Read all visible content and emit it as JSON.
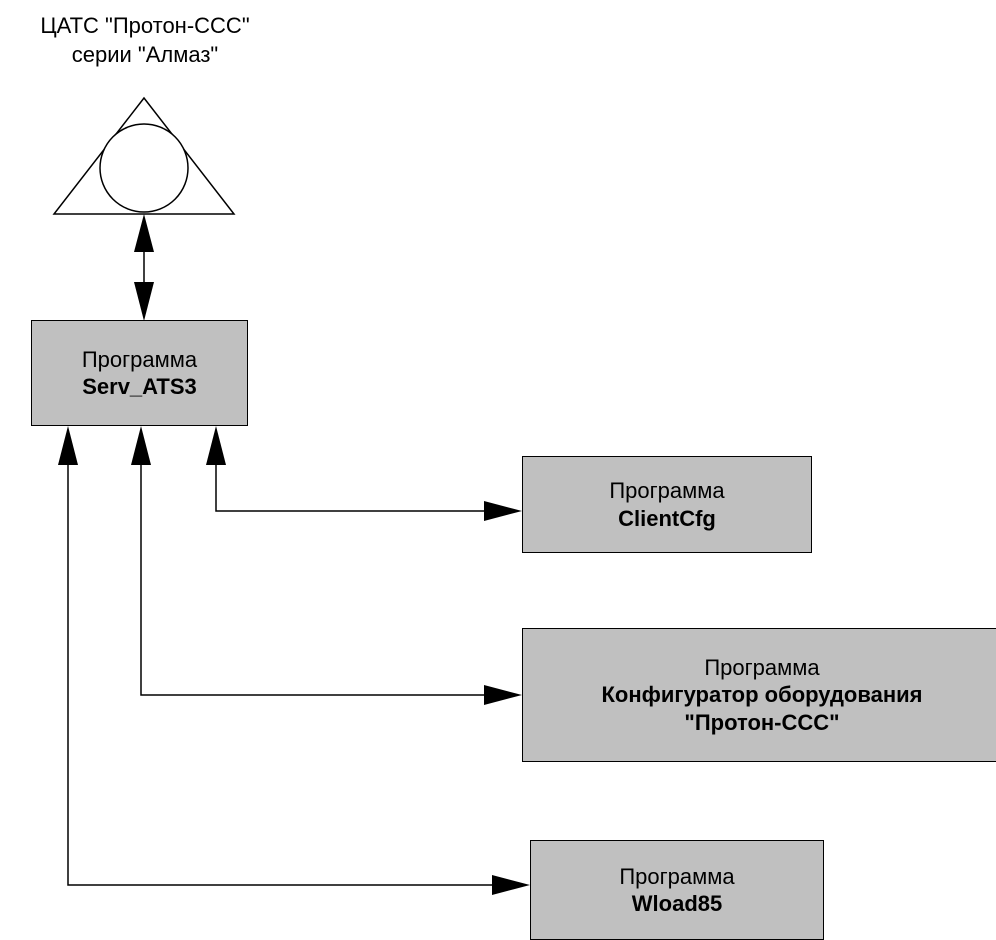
{
  "exchange": {
    "title_line1": "ЦАТС \"Протон-ССС\"",
    "title_line2": "серии \"Алмаз\""
  },
  "nodes": {
    "serv_ats3": {
      "kind": "Программа",
      "name": "Serv_ATS3"
    },
    "clientcfg": {
      "kind": "Программа",
      "name": "ClientCfg"
    },
    "configurator": {
      "kind": "Программа",
      "name_line1": "Конфигуратор оборудования",
      "name_line2": "\"Протон-ССС\""
    },
    "wload85": {
      "kind": "Программа",
      "name": "Wload85"
    }
  },
  "colors": {
    "box_fill": "#c0c0c0",
    "stroke": "#000000",
    "background": "#ffffff"
  },
  "edges": [
    {
      "from": "exchange",
      "to": "serv_ats3",
      "style": "bidirectional"
    },
    {
      "from": "serv_ats3",
      "to": "clientcfg",
      "style": "bidirectional"
    },
    {
      "from": "serv_ats3",
      "to": "configurator",
      "style": "bidirectional"
    },
    {
      "from": "serv_ats3",
      "to": "wload85",
      "style": "bidirectional"
    }
  ]
}
